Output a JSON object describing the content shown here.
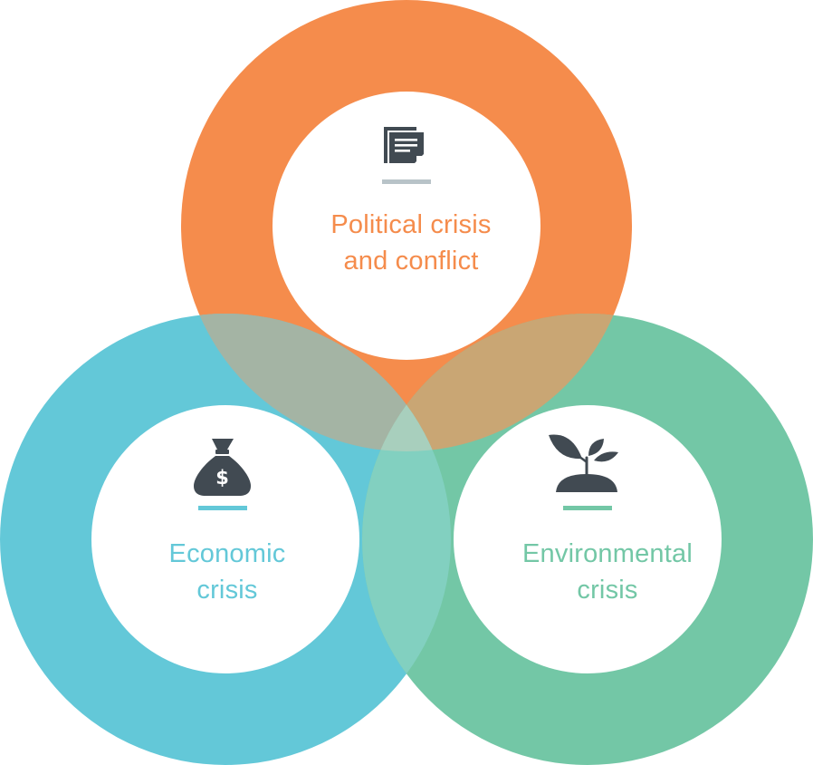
{
  "colors": {
    "political": "#f58c4c",
    "economic": "#63c8d8",
    "environmental": "#73c7a6",
    "overlap_political_economic": "#a4b4a4",
    "overlap_political_environmental": "#c9a674",
    "overlap_economic_environmental": "#82d0c0",
    "overlap_center": "#a8cfbd",
    "icon": "#414a52",
    "underline_political": "#b8c3c8"
  },
  "circles": {
    "political": {
      "line1": "Political crisis",
      "line2": "and conflict",
      "icon": "documents-icon"
    },
    "economic": {
      "line1": "Economic",
      "line2": "crisis",
      "icon": "money-bag-icon",
      "currency_symbol": "$"
    },
    "environmental": {
      "line1": "Environmental",
      "line2": "crisis",
      "icon": "sprout-icon"
    }
  }
}
